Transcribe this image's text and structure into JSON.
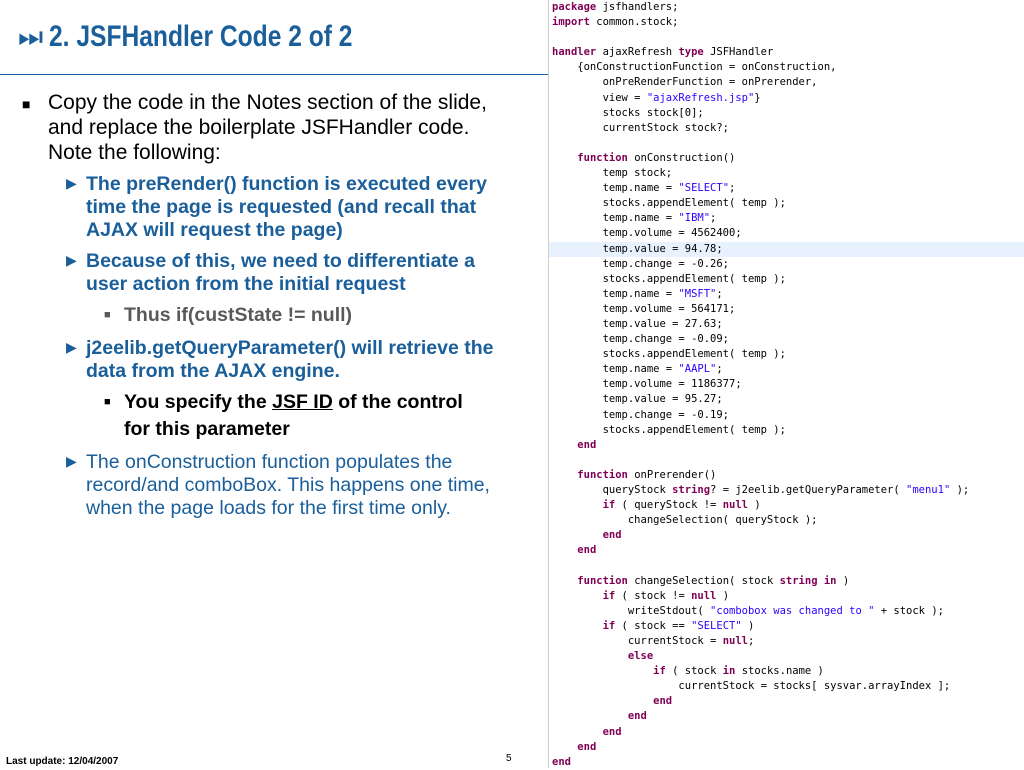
{
  "slide": {
    "title_icon": "⏭",
    "title": "2. JSFHandler Code 2 of 2",
    "footer_date": "Last update: 12/04/2007",
    "page_number": "5"
  },
  "bullets": {
    "b1_text": "Copy the code in the Notes section of the slide, and replace the boilerplate JSFHandler code.  Note the following:",
    "b2a_text": "The preRender() function is executed every time the page is requested (and recall that AJAX will request the page)",
    "b2b_text": "Because of this, we need to differentiate a user action from the initial request",
    "b3a_text": "Thus if(custState != null)",
    "b2c_text": "j2eelib.getQueryParameter() will retrieve the data from the AJAX engine.",
    "b3b_pre": "You specify the ",
    "b3b_link": "JSF ID",
    "b3b_post": " of the control for this parameter",
    "b2d_text": "The onConstruction function populates the record/and comboBox.  This happens one time, when the page loads for the first time only."
  },
  "code_lines": [
    [
      {
        "t": "package",
        "c": "kw"
      },
      {
        "t": " jsfhandlers;"
      }
    ],
    [
      {
        "t": "import",
        "c": "kw"
      },
      {
        "t": " common.stock;"
      }
    ],
    [],
    [
      {
        "t": "handler",
        "c": "kw"
      },
      {
        "t": " ajaxRefresh "
      },
      {
        "t": "type",
        "c": "kw"
      },
      {
        "t": " JSFHandler"
      }
    ],
    [
      {
        "t": "    {onConstructionFunction = onConstruction,"
      }
    ],
    [
      {
        "t": "        onPreRenderFunction = onPrerender,"
      }
    ],
    [
      {
        "t": "        view = "
      },
      {
        "t": "\"ajaxRefresh.jsp\"",
        "c": "str"
      },
      {
        "t": "}"
      }
    ],
    [
      {
        "t": "        stocks stock[0];"
      }
    ],
    [
      {
        "t": "        currentStock stock?;"
      }
    ],
    [],
    [
      {
        "t": "    "
      },
      {
        "t": "function",
        "c": "kw"
      },
      {
        "t": " onConstruction()"
      }
    ],
    [
      {
        "t": "        temp stock;"
      }
    ],
    [
      {
        "t": "        temp.name = "
      },
      {
        "t": "\"SELECT\"",
        "c": "str"
      },
      {
        "t": ";"
      }
    ],
    [
      {
        "t": "        stocks.appendElement( temp );"
      }
    ],
    [
      {
        "t": "        temp.name = "
      },
      {
        "t": "\"IBM\"",
        "c": "str"
      },
      {
        "t": ";"
      }
    ],
    [
      {
        "t": "        temp.volume = 4562400;"
      }
    ],
    [
      {
        "t": "        temp.value = 94.78;",
        "hl": true
      }
    ],
    [
      {
        "t": "        temp.change = -0.26;"
      }
    ],
    [
      {
        "t": "        stocks.appendElement( temp );"
      }
    ],
    [
      {
        "t": "        temp.name = "
      },
      {
        "t": "\"MSFT\"",
        "c": "str"
      },
      {
        "t": ";"
      }
    ],
    [
      {
        "t": "        temp.volume = 564171;"
      }
    ],
    [
      {
        "t": "        temp.value = 27.63;"
      }
    ],
    [
      {
        "t": "        temp.change = -0.09;"
      }
    ],
    [
      {
        "t": "        stocks.appendElement( temp );"
      }
    ],
    [
      {
        "t": "        temp.name = "
      },
      {
        "t": "\"AAPL\"",
        "c": "str"
      },
      {
        "t": ";"
      }
    ],
    [
      {
        "t": "        temp.volume = 1186377;"
      }
    ],
    [
      {
        "t": "        temp.value = 95.27;"
      }
    ],
    [
      {
        "t": "        temp.change = -0.19;"
      }
    ],
    [
      {
        "t": "        stocks.appendElement( temp );"
      }
    ],
    [
      {
        "t": "    "
      },
      {
        "t": "end",
        "c": "kw"
      }
    ],
    [],
    [
      {
        "t": "    "
      },
      {
        "t": "function",
        "c": "kw"
      },
      {
        "t": " onPrerender()"
      }
    ],
    [
      {
        "t": "        queryStock "
      },
      {
        "t": "string",
        "c": "kw"
      },
      {
        "t": "? = j2eelib.getQueryParameter( "
      },
      {
        "t": "\"menu1\"",
        "c": "str"
      },
      {
        "t": " );"
      }
    ],
    [
      {
        "t": "        "
      },
      {
        "t": "if",
        "c": "kw"
      },
      {
        "t": " ( queryStock != "
      },
      {
        "t": "null",
        "c": "kw"
      },
      {
        "t": " )"
      }
    ],
    [
      {
        "t": "            changeSelection( queryStock );"
      }
    ],
    [
      {
        "t": "        "
      },
      {
        "t": "end",
        "c": "kw"
      }
    ],
    [
      {
        "t": "    "
      },
      {
        "t": "end",
        "c": "kw"
      }
    ],
    [],
    [
      {
        "t": "    "
      },
      {
        "t": "function",
        "c": "kw"
      },
      {
        "t": " changeSelection( stock "
      },
      {
        "t": "string",
        "c": "kw"
      },
      {
        "t": " "
      },
      {
        "t": "in",
        "c": "kw"
      },
      {
        "t": " )"
      }
    ],
    [
      {
        "t": "        "
      },
      {
        "t": "if",
        "c": "kw"
      },
      {
        "t": " ( stock != "
      },
      {
        "t": "null",
        "c": "kw"
      },
      {
        "t": " )"
      }
    ],
    [
      {
        "t": "            writeStdout( "
      },
      {
        "t": "\"combobox was changed to \"",
        "c": "str"
      },
      {
        "t": " + stock );"
      }
    ],
    [
      {
        "t": "        "
      },
      {
        "t": "if",
        "c": "kw"
      },
      {
        "t": " ( stock == "
      },
      {
        "t": "\"SELECT\"",
        "c": "str"
      },
      {
        "t": " )"
      }
    ],
    [
      {
        "t": "            currentStock = "
      },
      {
        "t": "null",
        "c": "kw"
      },
      {
        "t": ";"
      }
    ],
    [
      {
        "t": "            "
      },
      {
        "t": "else",
        "c": "kw"
      }
    ],
    [
      {
        "t": "                "
      },
      {
        "t": "if",
        "c": "kw"
      },
      {
        "t": " ( stock "
      },
      {
        "t": "in",
        "c": "kw"
      },
      {
        "t": " stocks.name )"
      }
    ],
    [
      {
        "t": "                    currentStock = stocks[ sysvar.arrayIndex ];"
      }
    ],
    [
      {
        "t": "                "
      },
      {
        "t": "end",
        "c": "kw"
      }
    ],
    [
      {
        "t": "            "
      },
      {
        "t": "end",
        "c": "kw"
      }
    ],
    [
      {
        "t": "        "
      },
      {
        "t": "end",
        "c": "kw"
      }
    ],
    [
      {
        "t": "    "
      },
      {
        "t": "end",
        "c": "kw"
      }
    ],
    [
      {
        "t": "end",
        "c": "kw"
      }
    ]
  ],
  "colors": {
    "title_blue": "#1a5e9a",
    "keyword": "#7f0055",
    "string": "#2a00ff",
    "line_highlight": "#e8f2fe"
  }
}
